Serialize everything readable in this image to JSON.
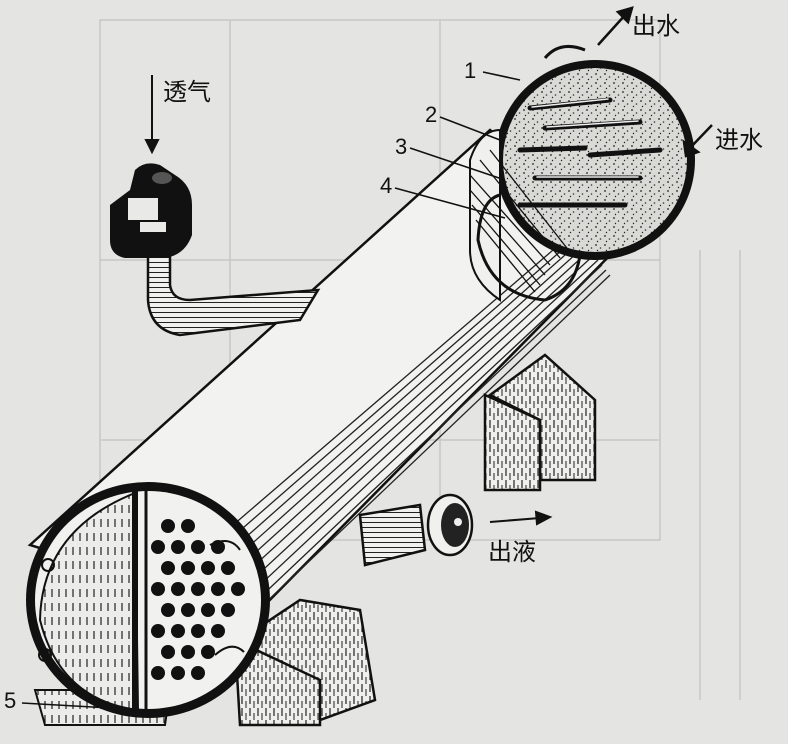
{
  "labels": {
    "water_out": "出水",
    "water_in": "进水",
    "vent": "透气",
    "liquid_out": "出液"
  },
  "callouts": [
    "1",
    "2",
    "3",
    "4",
    "5"
  ],
  "colors": {
    "paper": "#e4e4e2",
    "ink": "#141414",
    "stipple_fill": "#d7d7d3",
    "ghost_text": "#c9c9c6"
  }
}
